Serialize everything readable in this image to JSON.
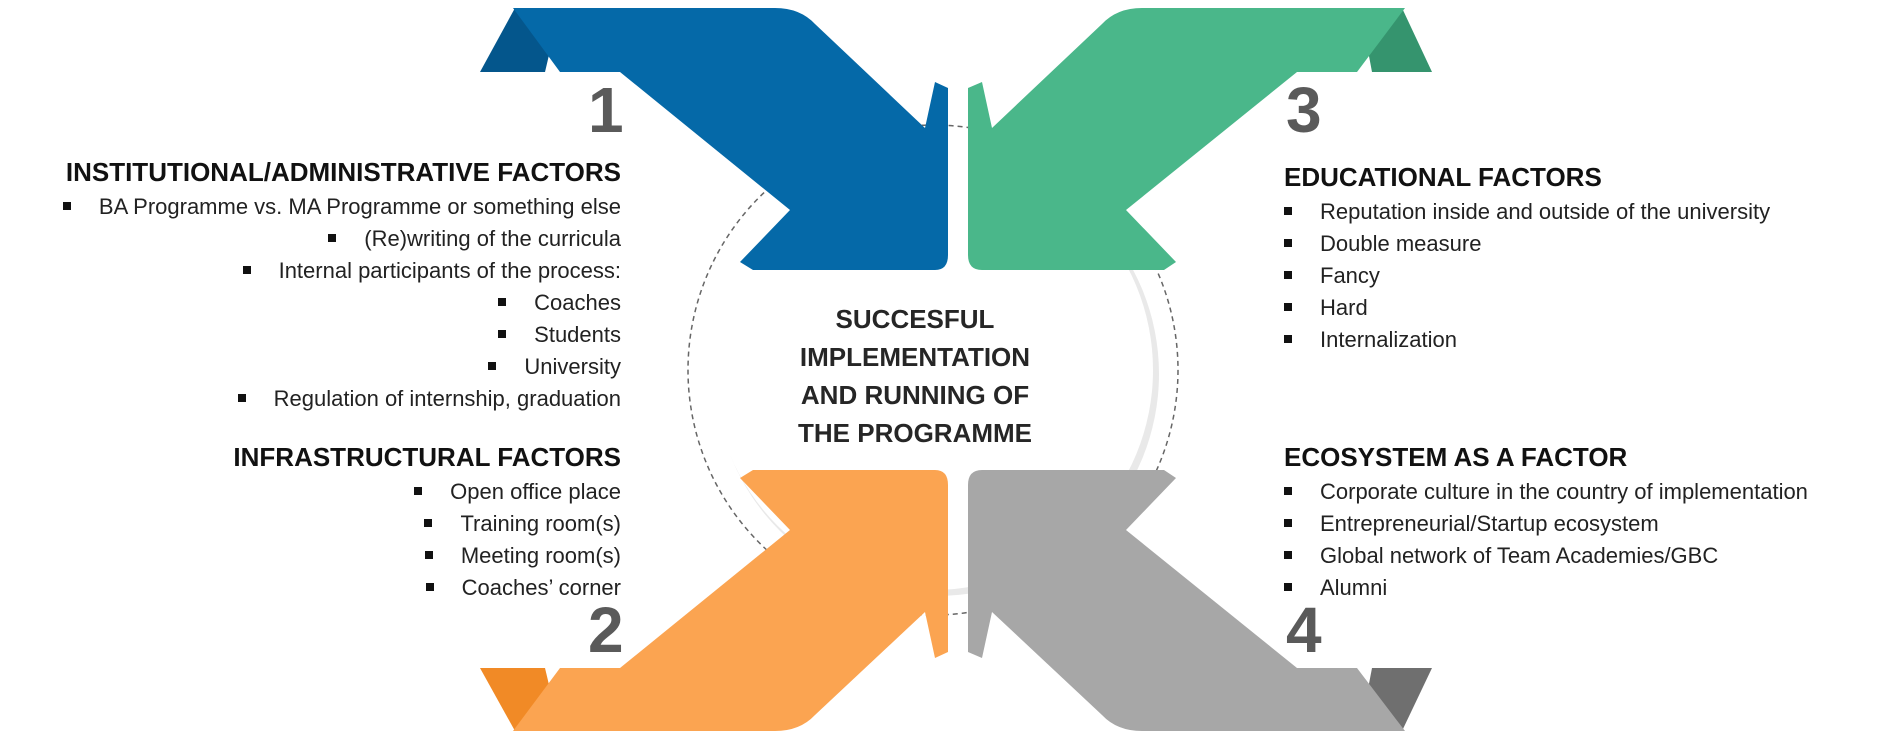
{
  "center": {
    "lines": [
      "SUCCESFUL",
      "IMPLEMENTATION",
      "AND RUNNING OF",
      "THE PROGRAMME"
    ]
  },
  "numbers": [
    "1",
    "2",
    "3",
    "4"
  ],
  "colors": {
    "arrow1": "#0569a8",
    "arrow1_fold": "#04568c",
    "arrow2": "#fba451",
    "arrow2_fold": "#f18a26",
    "arrow3": "#4ab78a",
    "arrow3_fold": "#35946e",
    "arrow4": "#a7a7a7",
    "arrow4_fold": "#6f6f6f"
  },
  "sections": {
    "institutional": {
      "title": "INSTITUTIONAL/ADMINISTRATIVE FACTORS",
      "items": [
        "BA Programme vs. MA Programme or something else",
        "(Re)writing of the curricula",
        "Internal participants of the process:",
        "Coaches",
        "Students",
        "University",
        "Regulation of internship, graduation"
      ]
    },
    "infrastructural": {
      "title": "INFRASTRUCTURAL FACTORS",
      "items": [
        "Open office place",
        "Training room(s)",
        "Meeting room(s)",
        "Coaches’ corner"
      ]
    },
    "educational": {
      "title": "EDUCATIONAL FACTORS",
      "items": [
        "Reputation inside and outside of the university",
        "Double measure",
        "Fancy",
        "Hard",
        "Internalization"
      ]
    },
    "ecosystem": {
      "title": "ECOSYSTEM AS A FACTOR",
      "items": [
        "Corporate culture in the  country of implementation",
        "Entrepreneurial/Startup ecosystem",
        "Global network of Team Academies/GBC",
        "Alumni"
      ]
    }
  }
}
